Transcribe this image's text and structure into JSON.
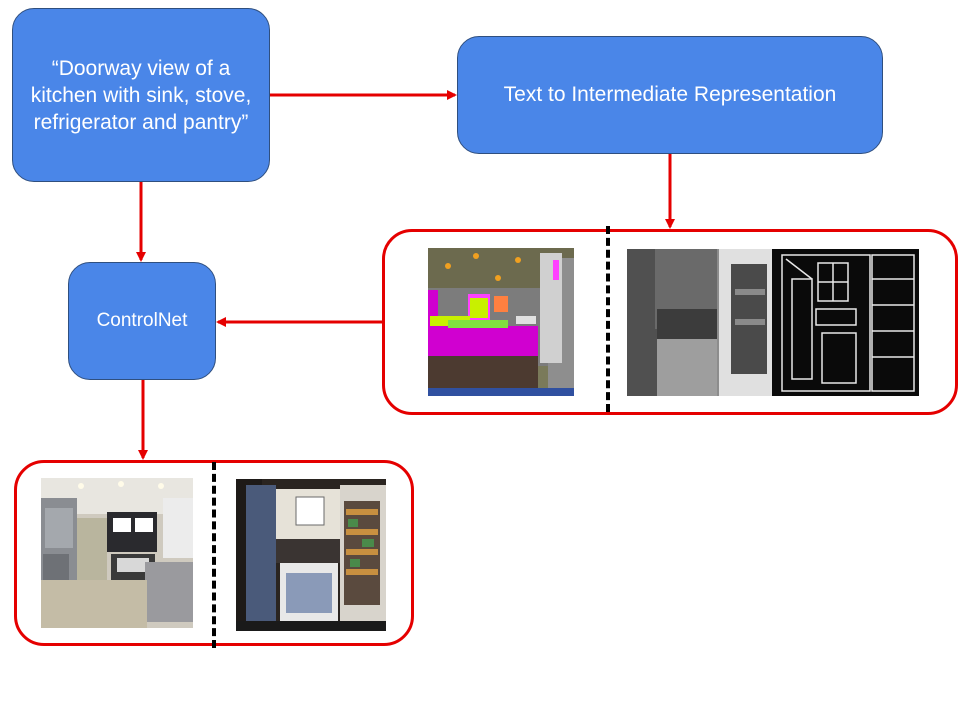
{
  "prompt_box": {
    "text": "“Doorway view of a kitchen with sink, stove, refrigerator and pantry”"
  },
  "t2ir_box": {
    "label": "Text to Intermediate Representation"
  },
  "controlnet_box": {
    "label": "ControlNet"
  },
  "colors": {
    "node_fill": "#4a86e8",
    "node_text": "#ffffff",
    "arrow": "#e50000",
    "group_border": "#e50000",
    "divider": "#000000"
  },
  "images": {
    "segmentation_map": "segmentation map of kitchen",
    "depth_map": "depth map of kitchen",
    "edge_map": "edge map of kitchen",
    "generated_kitchen_1": "generated kitchen image 1",
    "generated_kitchen_2": "generated kitchen image 2"
  }
}
